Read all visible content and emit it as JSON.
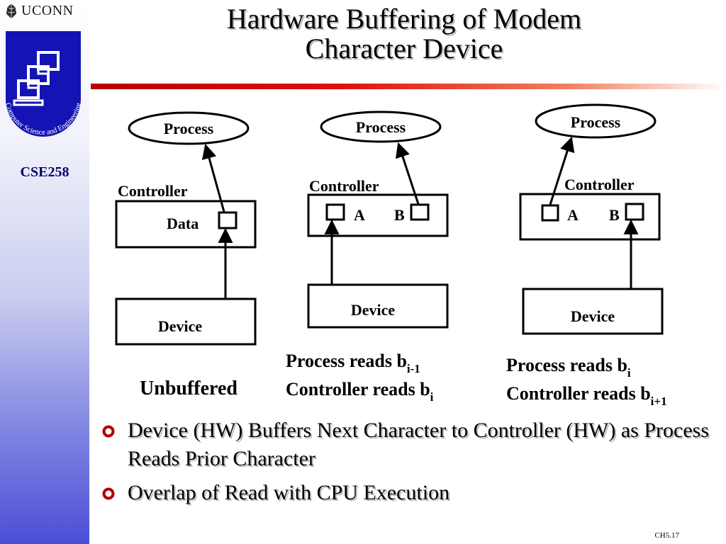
{
  "slide": {
    "title_line1": "Hardware Buffering of Modem",
    "title_line2": "Character Device",
    "course": "CSE258",
    "footer": "CH5.17"
  },
  "branding": {
    "wordmark": "UCONN",
    "seal_text": "Computer Science and Engineering",
    "sidebar_color_top": "#ffffff",
    "sidebar_color_bottom": "#4b4fd6",
    "accent_rule_color": "#d00000",
    "seal_color": "#1414b4"
  },
  "diagram": {
    "panel1": {
      "process": "Process",
      "controller": "Controller",
      "data": "Data",
      "device": "Device",
      "caption": "Unbuffered"
    },
    "panel2": {
      "process": "Process",
      "controller": "Controller",
      "a": "A",
      "b": "B",
      "device": "Device",
      "caption1_main": "Process reads b",
      "caption1_sub": "i-1",
      "caption2_main": "Controller reads b",
      "caption2_sub": "i"
    },
    "panel3": {
      "process": "Process",
      "controller": "Controller",
      "a": "A",
      "b": "B",
      "device": "Device",
      "caption1_main": "Process reads b",
      "caption1_sub": "i",
      "caption2_main": "Controller reads b",
      "caption2_sub": "i+1"
    }
  },
  "bullets": [
    "Device (HW) Buffers Next Character to Controller (HW) as Process Reads Prior Character",
    "Overlap of Read with CPU Execution"
  ]
}
